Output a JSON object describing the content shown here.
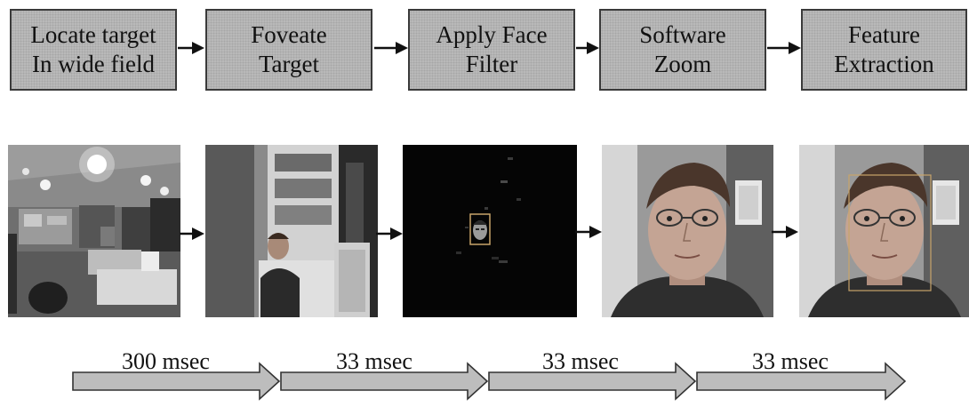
{
  "stages": [
    {
      "line1": "Locate target",
      "line2": "In wide field"
    },
    {
      "line1": "Foveate",
      "line2": "Target"
    },
    {
      "line1": "Apply Face",
      "line2": "Filter"
    },
    {
      "line1": "Software",
      "line2": "Zoom"
    },
    {
      "line1": "Feature",
      "line2": "Extraction"
    }
  ],
  "timings": [
    "300 msec",
    "33 msec",
    "33 msec",
    "33 msec"
  ],
  "colors": {
    "box_fill": "#b9b9b9",
    "box_border": "#3a3a3a",
    "arrow_fill": "#bdbdbd",
    "detection_box": "#c8a46a"
  },
  "images": [
    {
      "icon": "wide-field-office-image"
    },
    {
      "icon": "foveated-person-image"
    },
    {
      "icon": "face-filter-output-image"
    },
    {
      "icon": "zoomed-face-image"
    },
    {
      "icon": "face-feature-extraction-image"
    }
  ]
}
